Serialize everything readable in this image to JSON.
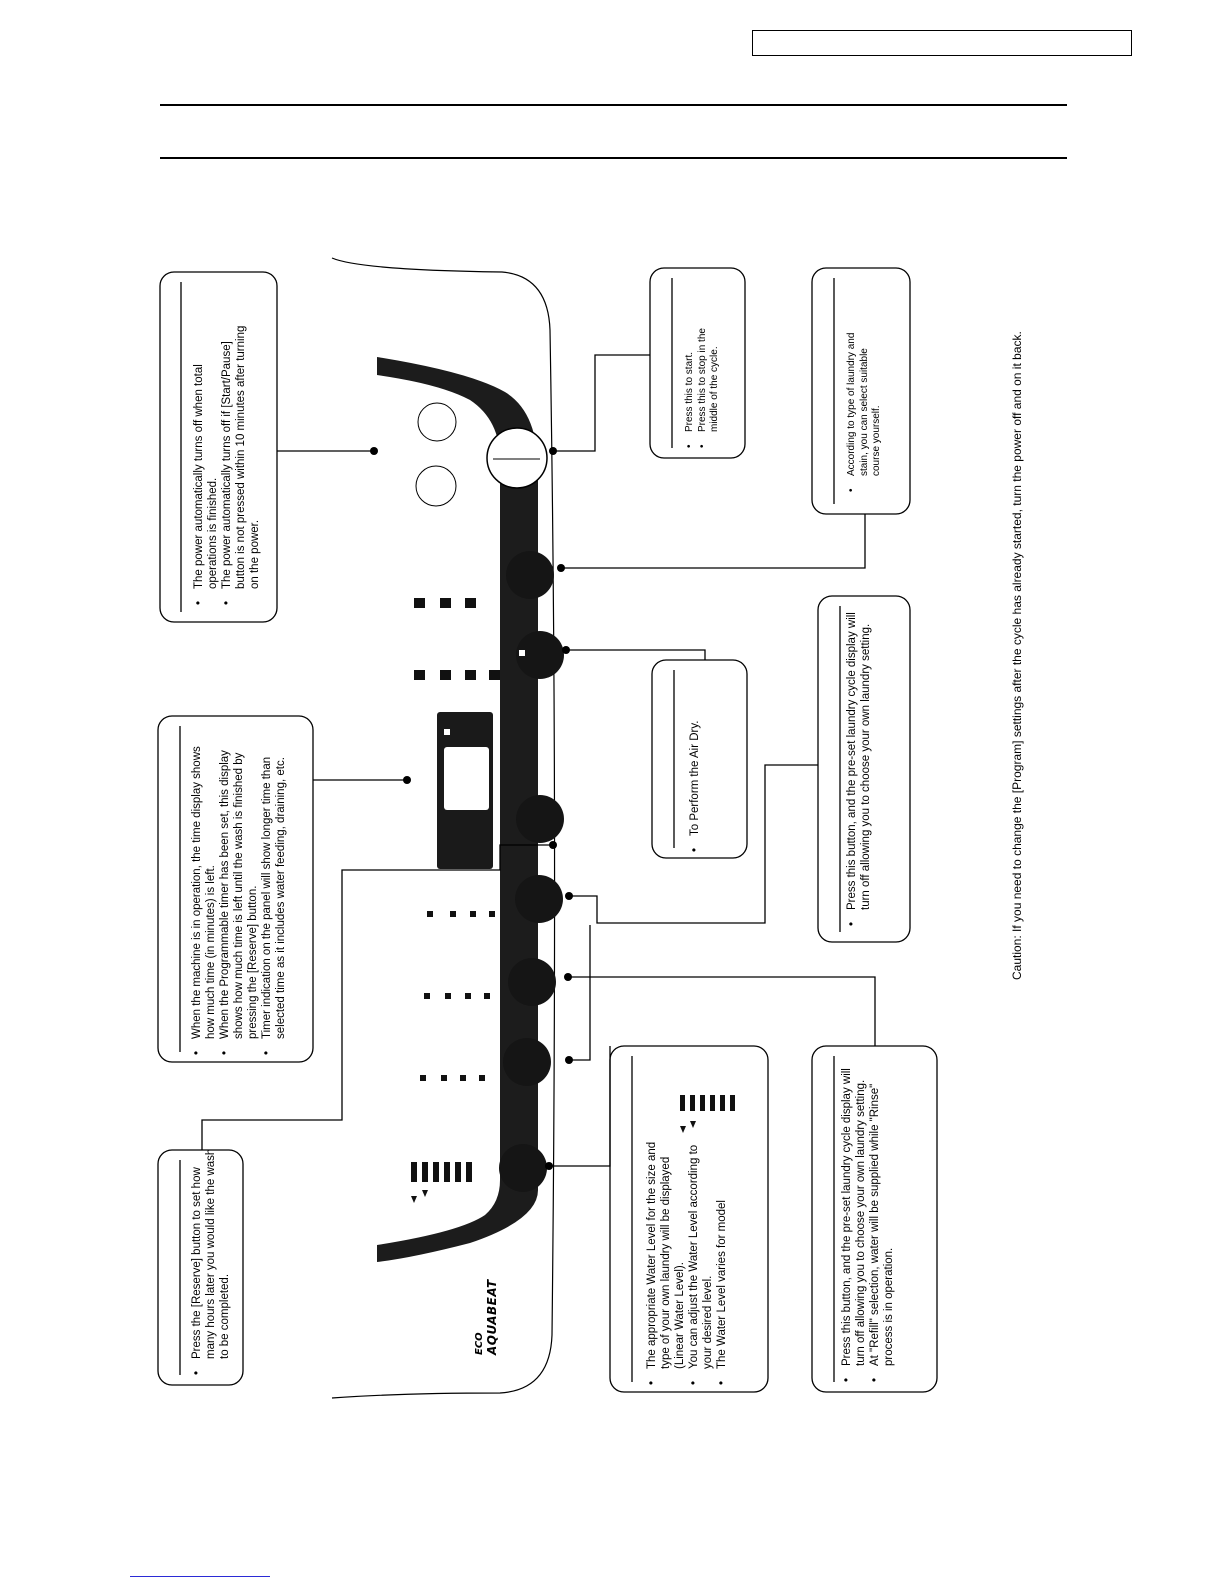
{
  "brand": {
    "logo_prefix": "ECO",
    "logo_name": "AQUABEAT"
  },
  "notes": {
    "power": [
      "The power automatically turns off when total operations is finished.",
      "The power automatically turns off if [Start/Pause] button is not pressed within 10 minutes after turning on the power."
    ],
    "start": [
      "Press this to start.",
      "Press this to stop in the middle of the cycle."
    ],
    "course": [
      "According to type of laundry and stain, you can select suitable course yourself."
    ],
    "air_dry": [
      "To Perform the Air Dry."
    ],
    "program": [
      "Press this button, and the pre-set laundry cycle display will turn off allowing you to choose your own laundry setting."
    ],
    "time_display": [
      "When the machine is in operation, the time display shows how much time (in minutes) is left.",
      "When the Programmable timer has been set, this display shows how much time is left until the wash is finished by pressing the [Reserve] button.",
      "Timer indication on the panel will show longer time than selected time as it includes water feeding, draining, etc."
    ],
    "reserve": [
      "Press the [Reserve] button to set how many hours later you would like the wash to be completed."
    ],
    "water_level": [
      "The appropriate Water Level for the size and type of your own laundry will be displayed (Linear Water Level).",
      "You can adjust the Water Level according to your desired level.",
      "The Water Level varies for model"
    ],
    "rinse": [
      "Press this button, and the pre-set laundry cycle display will turn off allowing you to choose your own laundry setting.",
      "At \"Refill\" selection, water will be supplied while \"Rinse\" process is in operation."
    ]
  },
  "caution": "Caution: If you need to change the [Program] settings after the cycle has already started, turn the power off and on it back."
}
